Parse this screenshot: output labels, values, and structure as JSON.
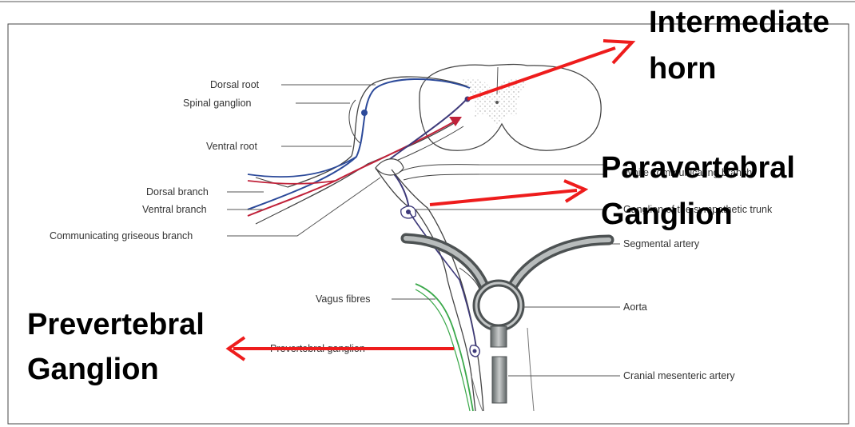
{
  "labels": {
    "dorsal_root": "Dorsal root",
    "spinal_ganglion": "Spinal ganglion",
    "ventral_root": "Ventral root",
    "dorsal_branch": "Dorsal branch",
    "ventral_branch": "Ventral branch",
    "communicating_griseous_branch": "Communicating griseous branch",
    "vagus_fibres": "Vagus fibres",
    "segmental_artery": "Segmental artery",
    "aorta": "Aorta",
    "cranial_mesenteric_artery": "Cranial mesenteric artery",
    "white_communicating_branch": "White communicating branch",
    "ganglion_sympathetic_trunk": "Ganglion of the sympathetic trunk",
    "prevertebral_ganglion_small": "Prevertebral ganglion"
  },
  "callouts": {
    "intermediate_line1": "Intermediate",
    "intermediate_line2": "horn",
    "paravertebral_line1": "Paravertebral",
    "paravertebral_line2": "Ganglion",
    "prevertebral_line1": "Prevertebral",
    "prevertebral_line2": "Ganglion"
  },
  "colors": {
    "arrow": "#ee1c1c",
    "sensory_fibre": "#2c4a9a",
    "motor_fibre": "#c0223a",
    "sympathetic_fibre": "#3e3a7a",
    "vagus_fibre": "#3aa84a",
    "artery": "#8a8f90"
  }
}
